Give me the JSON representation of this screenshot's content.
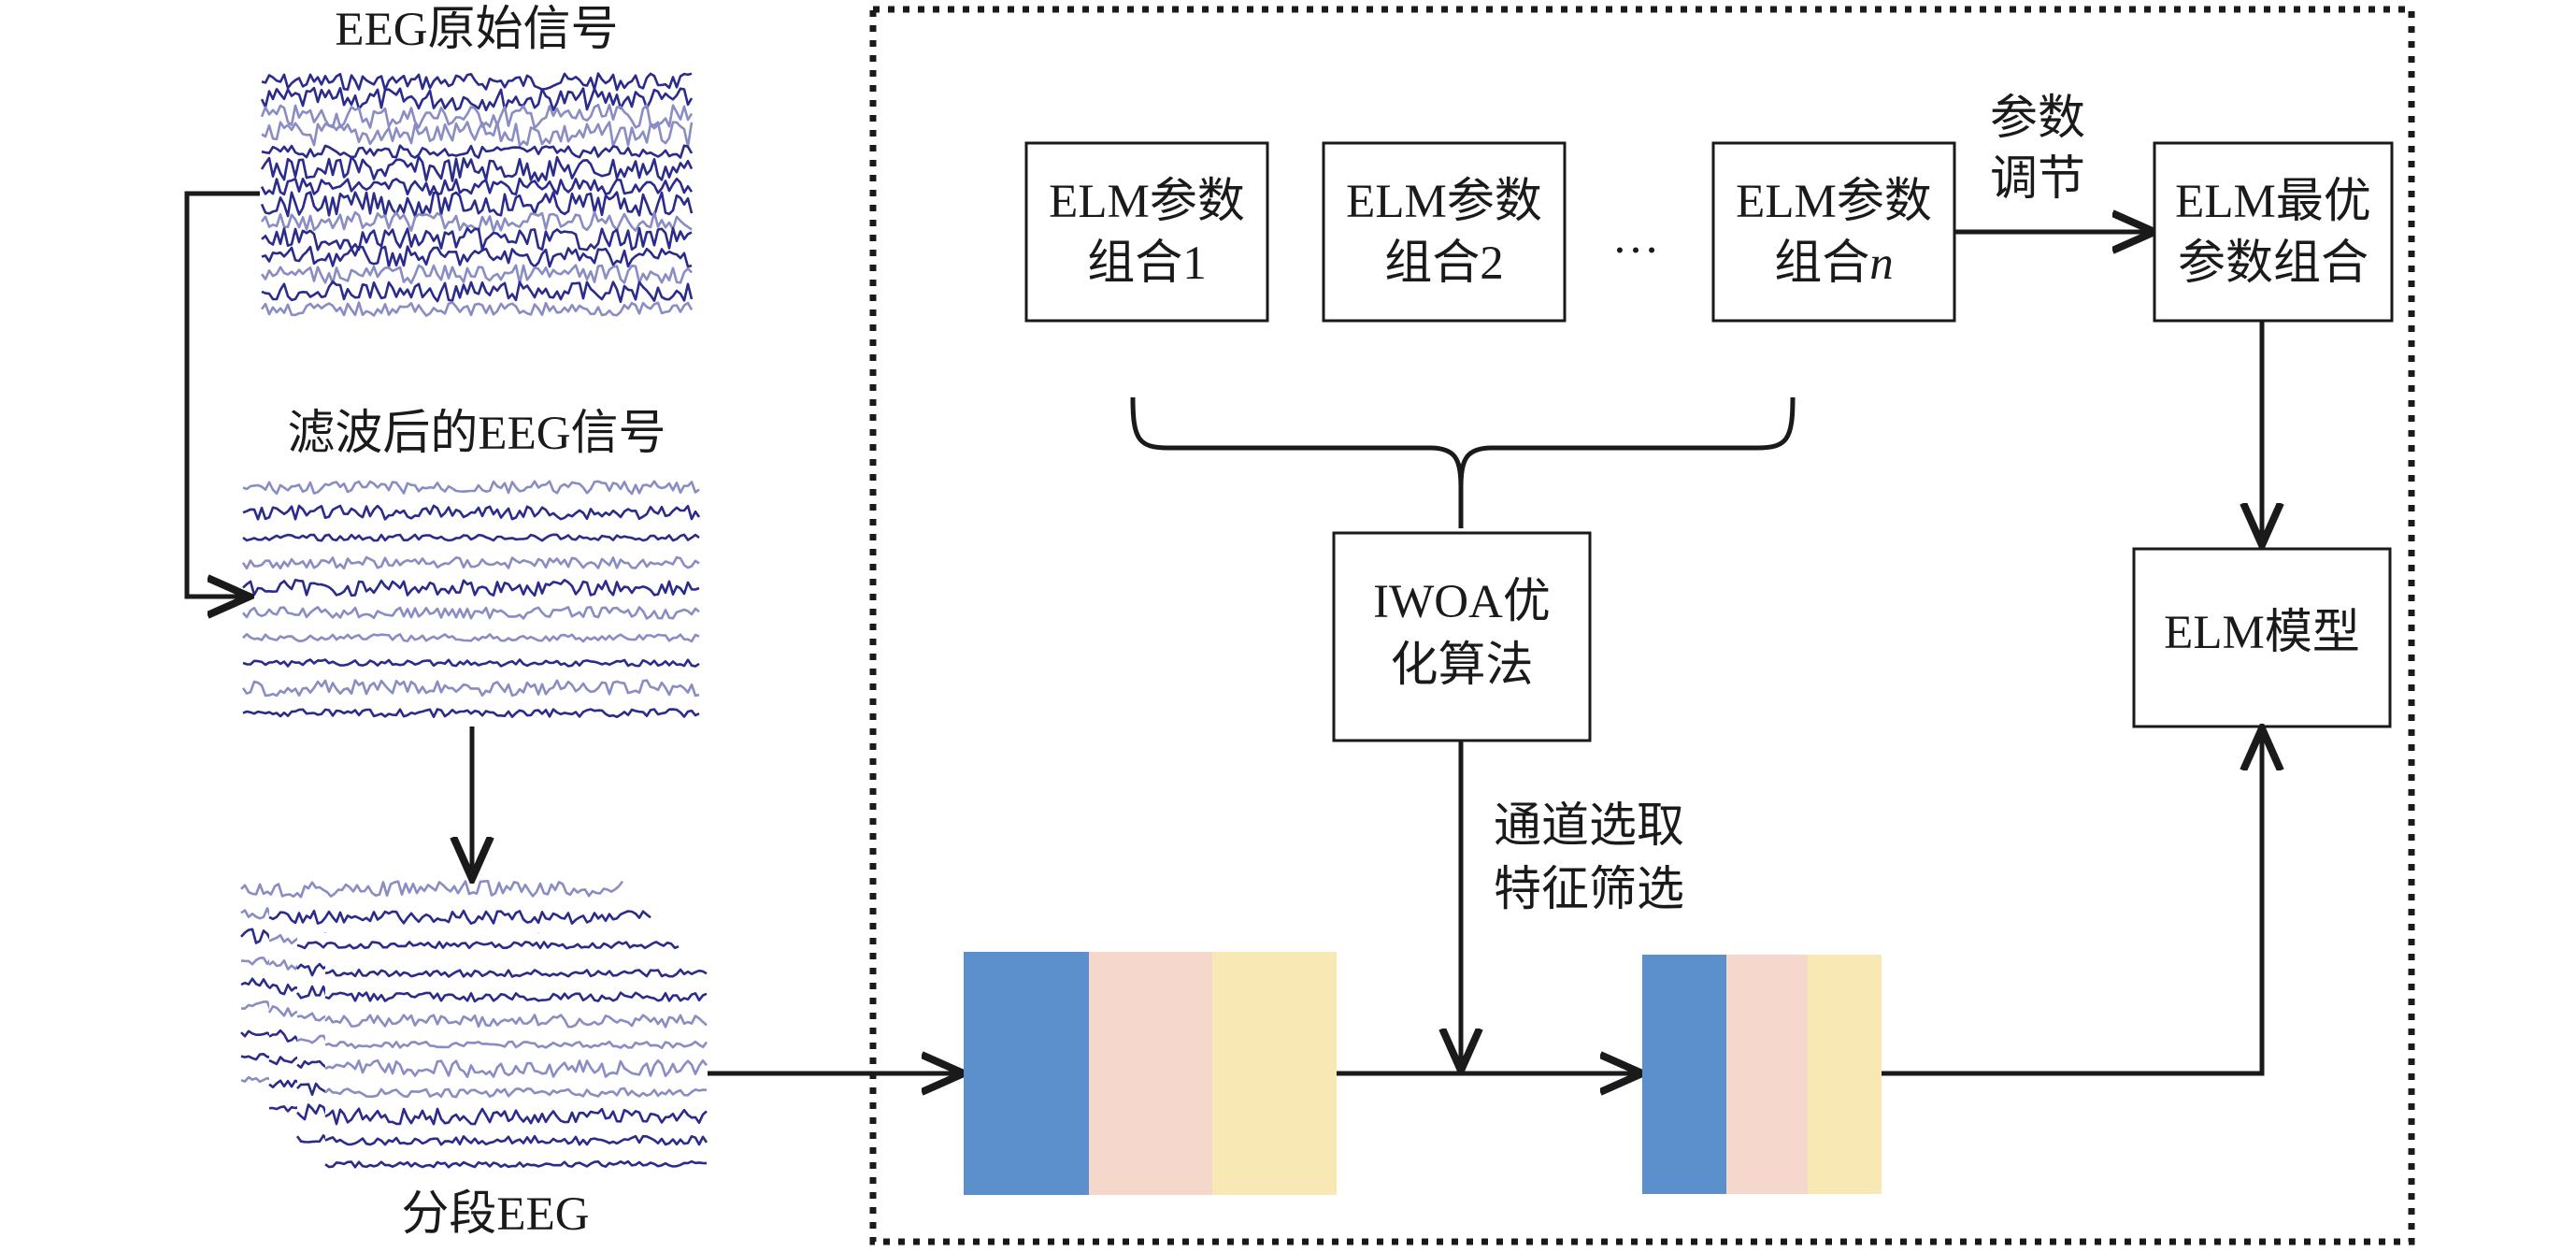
{
  "labels": {
    "raw_eeg": "EEG原始信号",
    "filtered_eeg": "滤波后的EEG信号",
    "segmented_eeg": "分段EEG",
    "param_adjust_1": "参数",
    "param_adjust_2": "调节",
    "channel_select": "通道选取",
    "feature_screen": "特征筛选",
    "ellipsis": "…"
  },
  "boxes": {
    "elm_combo_1": [
      "ELM参数",
      "组合1"
    ],
    "elm_combo_2": [
      "ELM参数",
      "组合2"
    ],
    "elm_combo_n": [
      "ELM参数",
      "组合",
      "n"
    ],
    "elm_optimal": [
      "ELM最优",
      "参数组合"
    ],
    "iwoa": [
      "IWOA优",
      "化算法"
    ],
    "elm_model": "ELM模型"
  },
  "colors": {
    "eeg_trace": "#2b2b8c",
    "eeg_trace_light": "#8a8cc4",
    "feature_blue": "#5b90cc",
    "feature_pink": "#f5d8cb",
    "feature_yellow": "#f8e8b4",
    "line": "#1a1a1a"
  }
}
